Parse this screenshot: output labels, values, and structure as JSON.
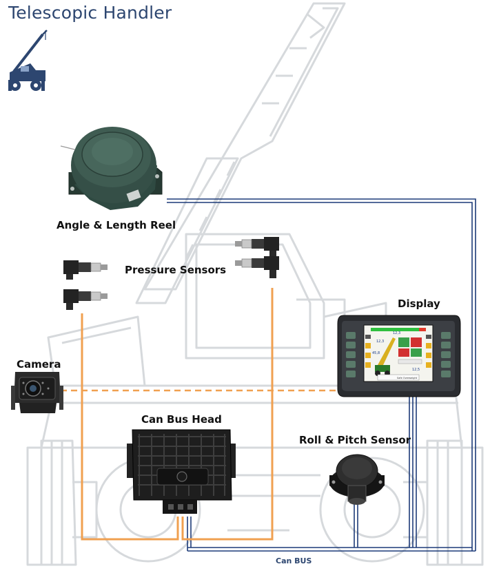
{
  "title": "Telescopic Handler",
  "labels": {
    "reel": "Angle & Length Reel",
    "pressure": "Pressure Sensors",
    "display": "Display",
    "camera": "Camera",
    "canbus_head": "Can Bus Head",
    "roll_pitch": "Roll & Pitch Sensor",
    "can_bus": "Can BUS"
  },
  "display_screen": {
    "readouts": [
      "12,3",
      "12,3",
      "12,5",
      "45,8"
    ],
    "footer": "Safe Overweight"
  },
  "colors": {
    "title": "#2d4670",
    "can_bus_line": "#1c3a78",
    "pressure_line": "#f0a050",
    "camera_line": "#f0a050",
    "machine_outline": "#d4d7da"
  },
  "icons": [
    "telehandler-icon",
    "reel-sensor-icon",
    "pressure-sensor-icon",
    "camera-icon",
    "display-unit-icon",
    "canbus-head-icon",
    "roll-pitch-sensor-icon"
  ]
}
